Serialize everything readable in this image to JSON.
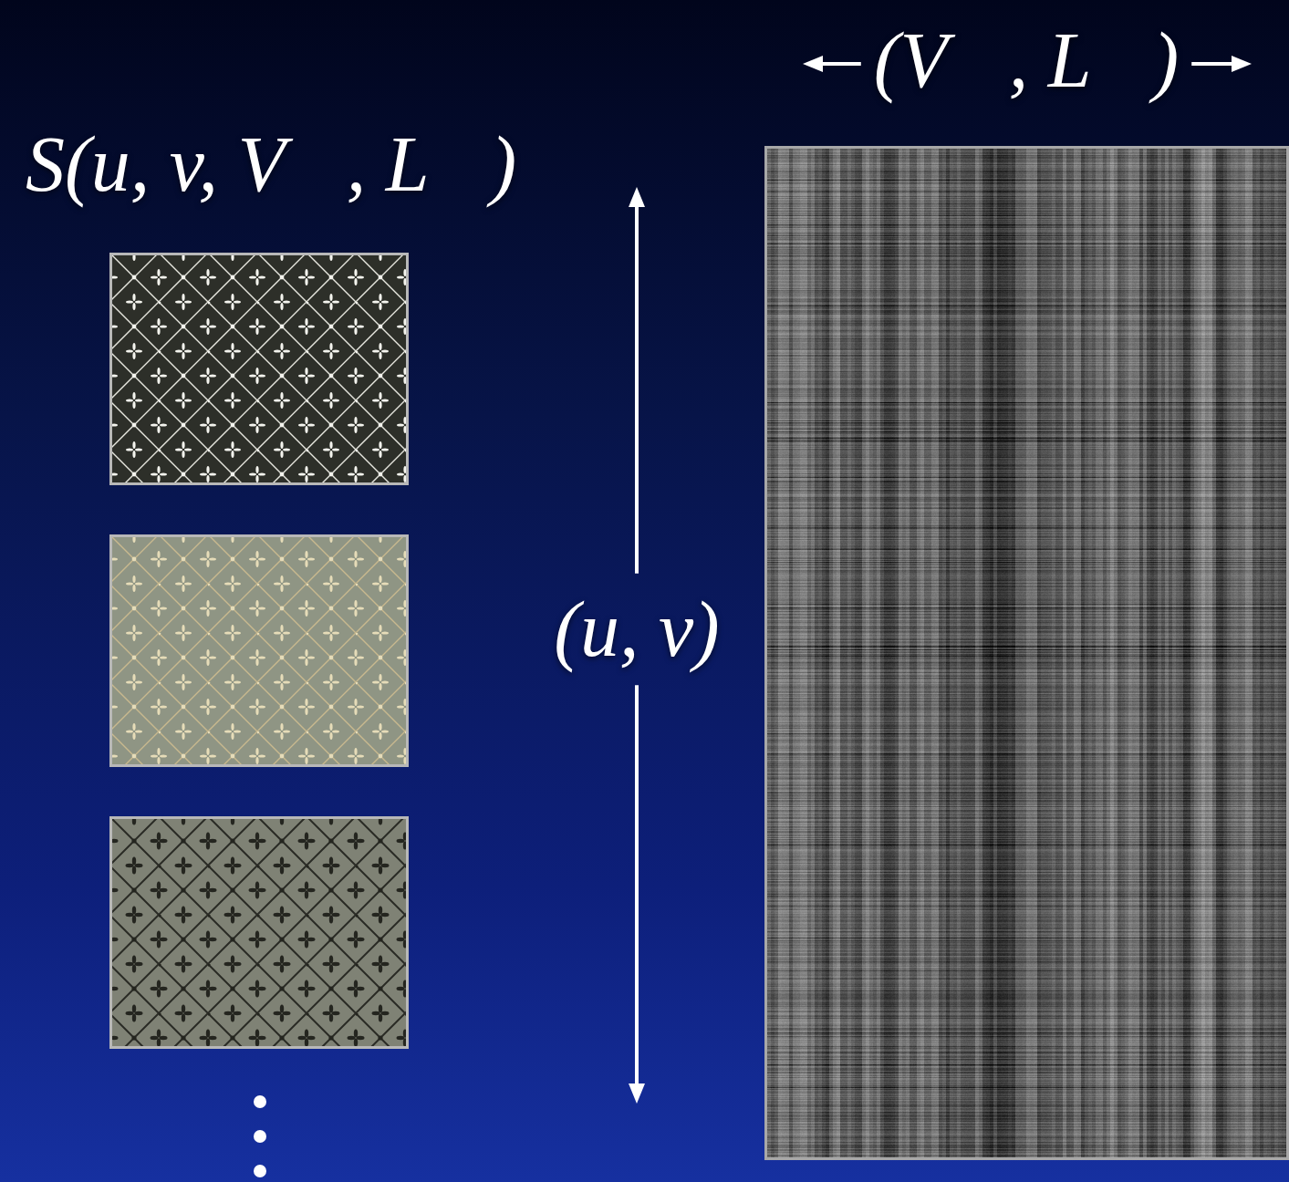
{
  "diagram": {
    "labels": [
      "(V⃗, L⃗)",
      "S(u, v, V⃗, L⃗)",
      "(u, v)"
    ]
  }
}
